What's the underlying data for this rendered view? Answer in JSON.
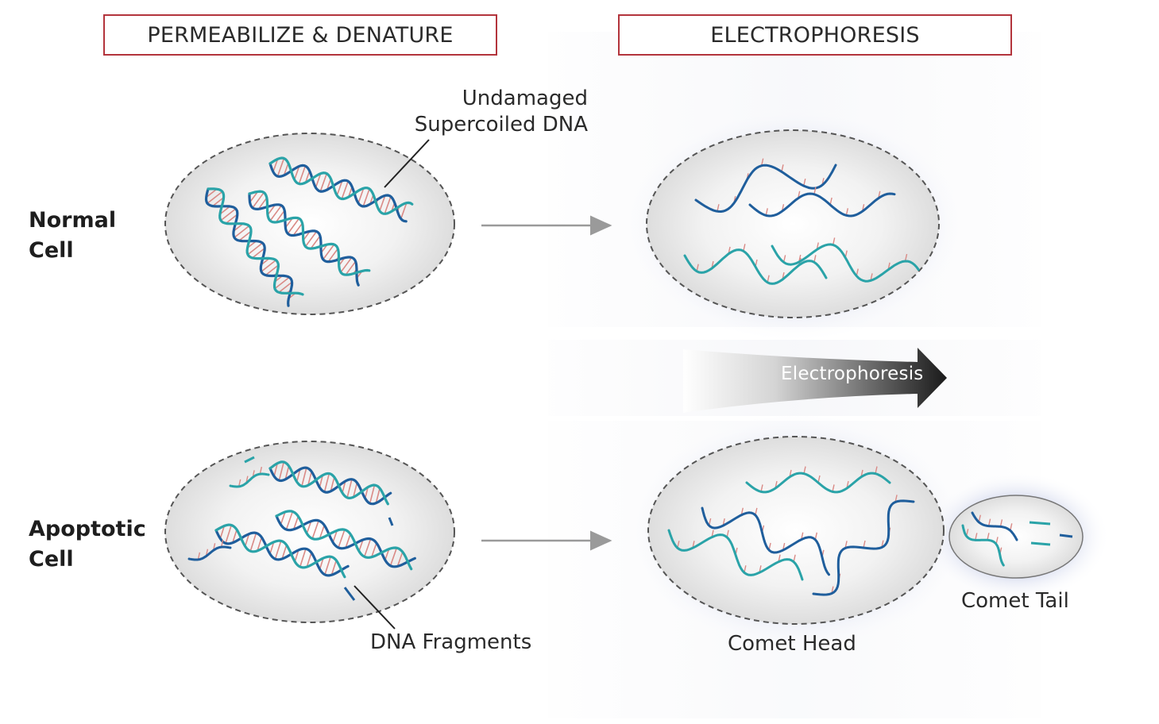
{
  "headers": {
    "left": "PERMEABILIZE & DENATURE",
    "right": "ELECTROPHORESIS"
  },
  "rows": {
    "normal_label": "Normal\nCell",
    "apoptotic_label": "Apoptotic\nCell"
  },
  "callouts": {
    "undamaged": "Undamaged\nSupercoiled DNA",
    "fragments": "DNA Fragments",
    "comet_head": "Comet Head",
    "comet_tail": "Comet Tail"
  },
  "arrow": {
    "label": "Electrophoresis"
  },
  "colors": {
    "header_border": "#b3343c",
    "dna_dark": "#1f5e9c",
    "dna_teal": "#2aa3a8",
    "base_pair": "#d98a86",
    "cell_fill": "#e6e6e6",
    "cell_border": "#555555"
  }
}
